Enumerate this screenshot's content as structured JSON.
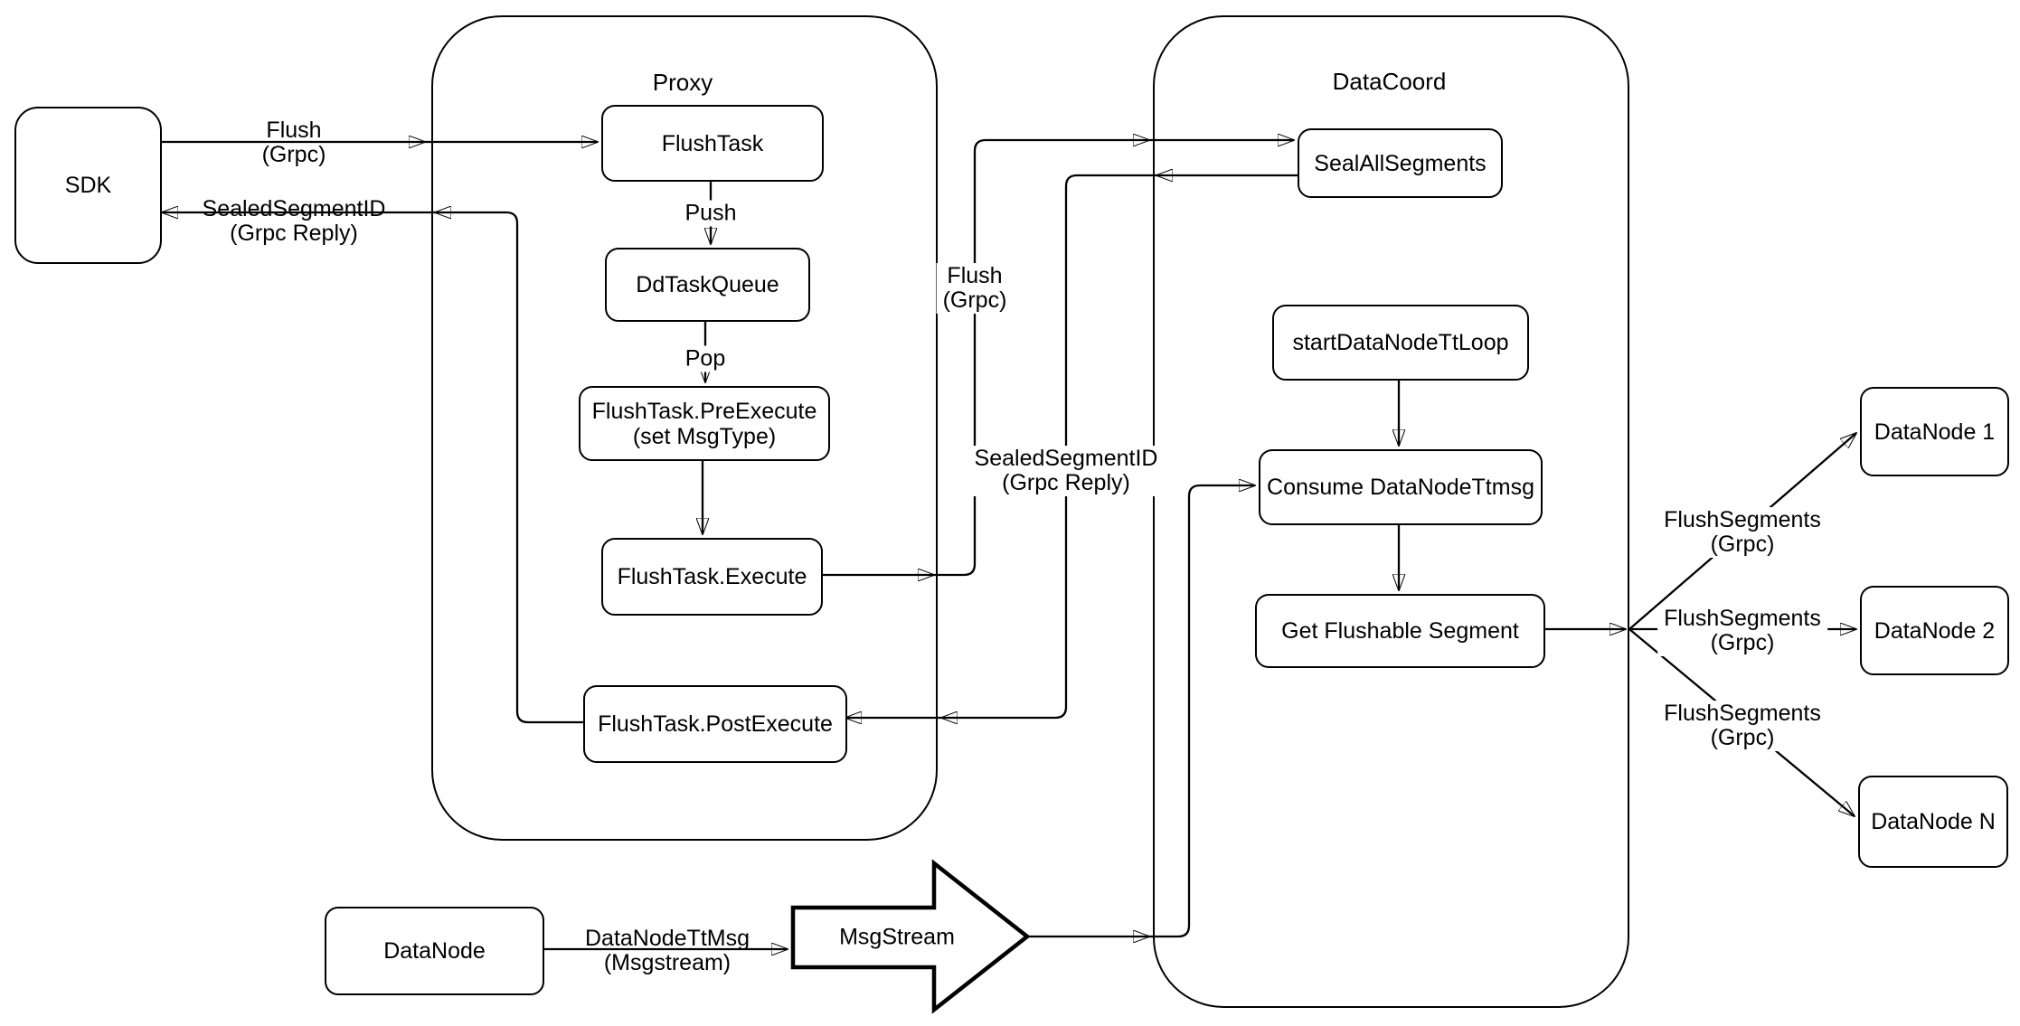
{
  "diagram": {
    "containers": {
      "proxy": {
        "title": "Proxy"
      },
      "datacoord": {
        "title": "DataCoord"
      }
    },
    "nodes": {
      "sdk": "SDK",
      "flush_task": "FlushTask",
      "dd_task_queue": "DdTaskQueue",
      "pre_execute": "FlushTask.PreExecute",
      "pre_execute_sub": "(set MsgType)",
      "execute": "FlushTask.Execute",
      "post_execute": "FlushTask.PostExecute",
      "seal_all_segments": "SealAllSegments",
      "start_tt_loop": "startDataNodeTtLoop",
      "consume_ttmsg": "Consume DataNodeTtmsg",
      "get_flushable": "Get Flushable Segment",
      "datanode_1": "DataNode 1",
      "datanode_2": "DataNode 2",
      "datanode_n": "DataNode N",
      "datanode": "DataNode",
      "msgstream": "MsgStream"
    },
    "edge_labels": {
      "flush_sdk": {
        "line1": "Flush",
        "line2": "(Grpc)"
      },
      "sealed_sdk": {
        "line1": "SealedSegmentID",
        "line2": "(Grpc Reply)"
      },
      "push": "Push",
      "pop": "Pop",
      "flush_mid": {
        "line1": "Flush",
        "line2": "(Grpc)"
      },
      "sealed_mid": {
        "line1": "SealedSegmentID",
        "line2": "(Grpc Reply)"
      },
      "flush_segments_1": {
        "line1": "FlushSegments",
        "line2": "(Grpc)"
      },
      "flush_segments_2": {
        "line1": "FlushSegments",
        "line2": "(Grpc)"
      },
      "flush_segments_3": {
        "line1": "FlushSegments",
        "line2": "(Grpc)"
      },
      "datanode_ttmsg": {
        "line1": "DataNodeTtMsg",
        "line2": "(Msgstream)"
      }
    },
    "colors": {
      "stroke": "#000000",
      "background": "#ffffff"
    }
  }
}
